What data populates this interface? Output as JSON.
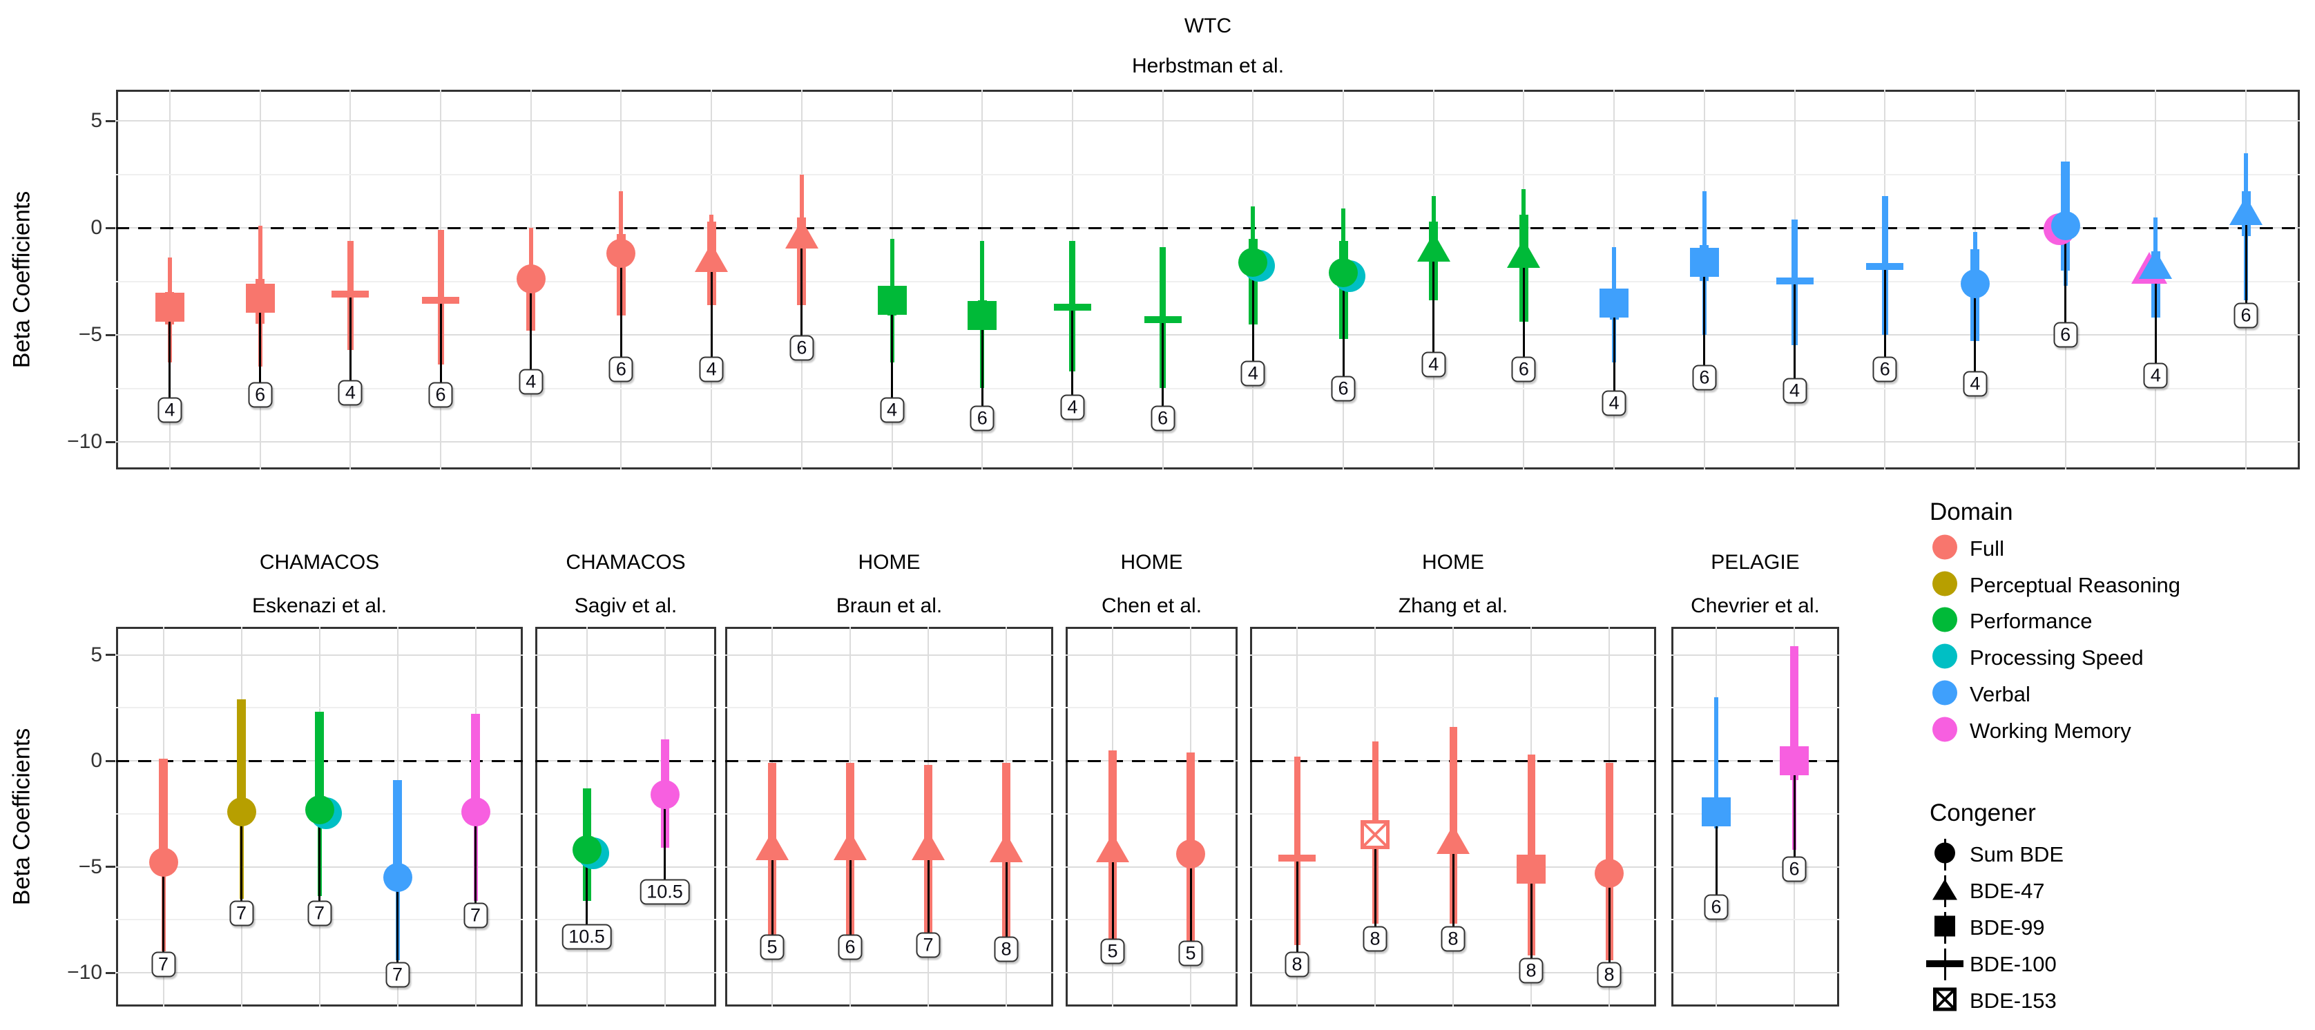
{
  "figure_title_row": {
    "cohort": "WTC",
    "study": "Herbstman et al."
  },
  "y_axis": {
    "title": "Beta Coefficients",
    "tick_labels": [
      "5",
      "0",
      "−5",
      "−10"
    ],
    "tick_values": [
      5,
      0,
      -5,
      -10
    ]
  },
  "legend": {
    "domain_title": "Domain",
    "domains": [
      {
        "label": "Full",
        "color": "#F8766D"
      },
      {
        "label": "Perceptual Reasoning",
        "color": "#B79F00"
      },
      {
        "label": "Performance",
        "color": "#00BA38"
      },
      {
        "label": "Processing Speed",
        "color": "#00BFC4"
      },
      {
        "label": "Verbal",
        "color": "#3FA0FC"
      },
      {
        "label": "Working Memory",
        "color": "#F75FE0"
      }
    ],
    "congener_title": "Congener",
    "congeners": [
      {
        "label": "Sum BDE",
        "shape": "circle"
      },
      {
        "label": "BDE-47",
        "shape": "triangle"
      },
      {
        "label": "BDE-99",
        "shape": "square"
      },
      {
        "label": "BDE-100",
        "shape": "plus"
      },
      {
        "label": "BDE-153",
        "shape": "squarex"
      }
    ]
  },
  "chart_data": {
    "type": "pointrange-forest",
    "ylabel": "Beta Coefficients",
    "yticks": [
      5,
      0,
      -5,
      -10
    ],
    "yminor": [
      2.5,
      -2.5,
      -7.5
    ],
    "ylim": [
      -11.5,
      6.4
    ],
    "zero_line": 0,
    "grid": true,
    "legend_position": "right",
    "domain_colors": {
      "Full": "#F8766D",
      "Perceptual Reasoning": "#B79F00",
      "Performance": "#00BA38",
      "Processing Speed": "#00BFC4",
      "Verbal": "#3FA0FC",
      "Working Memory": "#F75FE0"
    },
    "rows": [
      {
        "panels": [
          {
            "cohort": "WTC",
            "study": "Herbstman et al.",
            "points": [
              {
                "congener": "BDE-99",
                "domain": "Full",
                "age": "4",
                "est": -3.7,
                "ci": [
                  -6.3,
                  -1.4
                ],
                "thick": [
                  -4.5,
                  -3.0
                ],
                "label_y": -8.5
              },
              {
                "congener": "BDE-99",
                "domain": "Full",
                "age": "6",
                "est": -3.3,
                "ci": [
                  -6.5,
                  0.1
                ],
                "thick": [
                  -4.5,
                  -2.4
                ],
                "label_y": -7.8
              },
              {
                "congener": "BDE-100",
                "domain": "Full",
                "age": "4",
                "est": -3.0,
                "ci": [
                  -5.7,
                  -0.6
                ],
                "bw": 9,
                "label_y": -7.7
              },
              {
                "congener": "BDE-100",
                "domain": "Full",
                "age": "6",
                "est": -3.3,
                "ci": [
                  -6.4,
                  -0.1
                ],
                "bw": 9,
                "label_y": -7.8
              },
              {
                "congener": "Sum BDE",
                "domain": "Full",
                "age": "4",
                "est": -2.4,
                "ci": [
                  -4.8,
                  0.0
                ],
                "thick": [
                  -4.8,
                  -2.0
                ],
                "label_y": -7.2
              },
              {
                "congener": "Sum BDE",
                "domain": "Full",
                "age": "6",
                "est": -1.2,
                "ci": [
                  -4.1,
                  1.7
                ],
                "thick": [
                  -4.1,
                  -0.3
                ],
                "label_y": -6.6
              },
              {
                "congener": "BDE-47",
                "domain": "Full",
                "age": "4",
                "est": -1.4,
                "ci": [
                  -3.6,
                  0.6
                ],
                "thick": [
                  -3.6,
                  0.3
                ],
                "label_y": -6.6
              },
              {
                "congener": "BDE-47",
                "domain": "Full",
                "age": "6",
                "est": -0.3,
                "ci": [
                  -3.6,
                  2.5
                ],
                "thick": [
                  -3.6,
                  0.5
                ],
                "label_y": -5.6
              },
              {
                "congener": "BDE-99",
                "domain": "Performance",
                "age": "4",
                "est": -3.4,
                "ci": [
                  -6.3,
                  -0.5
                ],
                "thick": [
                  -4.1,
                  -2.7
                ],
                "label_y": -8.5
              },
              {
                "congener": "BDE-99",
                "domain": "Performance",
                "age": "6",
                "est": -4.1,
                "ci": [
                  -7.5,
                  -0.6
                ],
                "thick": [
                  -4.7,
                  -3.4
                ],
                "label_y": -8.9
              },
              {
                "congener": "BDE-100",
                "domain": "Performance",
                "age": "4",
                "est": -3.6,
                "ci": [
                  -6.7,
                  -0.6
                ],
                "bw": 9,
                "label_y": -8.4
              },
              {
                "congener": "BDE-100",
                "domain": "Performance",
                "age": "6",
                "est": -4.2,
                "ci": [
                  -7.5,
                  -0.9
                ],
                "bw": 9,
                "label_y": -8.9
              },
              {
                "congener": "Sum BDE",
                "domain": "Performance",
                "age": "4",
                "est": -1.6,
                "ci": [
                  -4.5,
                  1.0
                ],
                "thick": [
                  -4.5,
                  -0.5
                ],
                "label_y": -6.8,
                "halo": "ps"
              },
              {
                "congener": "Sum BDE",
                "domain": "Performance",
                "age": "6",
                "est": -2.1,
                "ci": [
                  -5.2,
                  0.9
                ],
                "thick": [
                  -5.2,
                  -0.6
                ],
                "label_y": -7.5,
                "halo": "ps"
              },
              {
                "congener": "BDE-47",
                "domain": "Performance",
                "age": "4",
                "est": -0.9,
                "ci": [
                  -3.4,
                  1.5
                ],
                "thick": [
                  -3.4,
                  0.3
                ],
                "label_y": -6.4
              },
              {
                "congener": "BDE-47",
                "domain": "Performance",
                "age": "6",
                "est": -1.2,
                "ci": [
                  -4.4,
                  1.8
                ],
                "thick": [
                  -4.4,
                  0.6
                ],
                "label_y": -6.6
              },
              {
                "congener": "BDE-99",
                "domain": "Verbal",
                "age": "4",
                "est": -3.5,
                "ci": [
                  -6.3,
                  -0.9
                ],
                "thick": [
                  -4.3,
                  -2.9
                ],
                "label_y": -8.2
              },
              {
                "congener": "BDE-99",
                "domain": "Verbal",
                "age": "6",
                "est": -1.6,
                "ci": [
                  -5.0,
                  1.7
                ],
                "thick": [
                  -2.5,
                  -0.8
                ],
                "label_y": -7.0
              },
              {
                "congener": "BDE-100",
                "domain": "Verbal",
                "age": "4",
                "est": -2.4,
                "ci": [
                  -5.5,
                  0.4
                ],
                "bw": 9,
                "label_y": -7.6
              },
              {
                "congener": "BDE-100",
                "domain": "Verbal",
                "age": "6",
                "est": -1.7,
                "ci": [
                  -5.0,
                  1.5
                ],
                "bw": 9,
                "label_y": -6.6
              },
              {
                "congener": "Sum BDE",
                "domain": "Verbal",
                "age": "4",
                "est": -2.6,
                "ci": [
                  -5.3,
                  -0.2
                ],
                "thick": [
                  -5.3,
                  -1.0
                ],
                "label_y": -7.3
              },
              {
                "congener": "Sum BDE",
                "domain": "Verbal",
                "age": "6",
                "est": 0.1,
                "ci": [
                  -2.7,
                  3.1
                ],
                "thick": [
                  -2.0,
                  3.1
                ],
                "label_y": -5.0,
                "halo": "wm"
              },
              {
                "congener": "BDE-47",
                "domain": "Verbal",
                "age": "4",
                "est": -1.7,
                "ci": [
                  -4.2,
                  0.5
                ],
                "thick": [
                  -4.2,
                  -1.1
                ],
                "label_y": -6.9,
                "halo": "wm"
              },
              {
                "congener": "BDE-47",
                "domain": "Verbal",
                "age": "6",
                "est": 0.8,
                "ci": [
                  -3.4,
                  3.5
                ],
                "thick": [
                  -0.4,
                  1.7
                ],
                "label_y": -4.1
              }
            ]
          }
        ]
      },
      {
        "panels": [
          {
            "cohort": "CHAMACOS",
            "study": "Eskenazi et al.",
            "points": [
              {
                "congener": "Sum BDE",
                "domain": "Full",
                "age": "7",
                "est": -4.8,
                "ci": [
                  -9.0,
                  0.1
                ],
                "thick": [
                  -5.2,
                  0.1
                ],
                "label_y": -9.6
              },
              {
                "congener": "Sum BDE",
                "domain": "Perceptual Reasoning",
                "age": "7",
                "est": -2.4,
                "ci": [
                  -6.5,
                  2.9
                ],
                "thick": [
                  -3.0,
                  2.9
                ],
                "label_y": -7.2
              },
              {
                "congener": "Sum BDE",
                "domain": "Performance",
                "age": "7",
                "est": -2.3,
                "ci": [
                  -6.4,
                  2.3
                ],
                "thick": [
                  -2.9,
                  2.3
                ],
                "label_y": -7.2,
                "halo": "ps"
              },
              {
                "congener": "Sum BDE",
                "domain": "Verbal",
                "age": "7",
                "est": -5.5,
                "ci": [
                  -9.4,
                  -0.9
                ],
                "thick": [
                  -6.0,
                  -0.9
                ],
                "label_y": -10.1
              },
              {
                "congener": "Sum BDE",
                "domain": "Working Memory",
                "age": "7",
                "est": -2.4,
                "ci": [
                  -6.6,
                  2.2
                ],
                "thick": [
                  -3.0,
                  2.2
                ],
                "label_y": -7.3
              }
            ]
          },
          {
            "cohort": "CHAMACOS",
            "study": "Sagiv et al.",
            "points": [
              {
                "congener": "Sum BDE",
                "domain": "Performance",
                "age": "10.5",
                "est": -4.2,
                "ci": [
                  -6.6,
                  -1.3
                ],
                "bw": 12,
                "label_y": -8.3,
                "halo": "ps"
              },
              {
                "congener": "Sum BDE",
                "domain": "Working Memory",
                "age": "10.5",
                "est": -1.6,
                "ci": [
                  -4.1,
                  1.0
                ],
                "bw": 12,
                "label_y": -6.2
              }
            ]
          },
          {
            "cohort": "HOME",
            "study": "Braun et al.",
            "points": [
              {
                "congener": "BDE-47",
                "domain": "Full",
                "age": "5",
                "est": -4.0,
                "ci": [
                  -8.4,
                  -0.1
                ],
                "bw": 12,
                "label_y": -8.8
              },
              {
                "congener": "BDE-47",
                "domain": "Full",
                "age": "6",
                "est": -4.0,
                "ci": [
                  -8.5,
                  -0.1
                ],
                "bw": 12,
                "label_y": -8.8
              },
              {
                "congener": "BDE-47",
                "domain": "Full",
                "age": "7",
                "est": -4.0,
                "ci": [
                  -8.2,
                  -0.2
                ],
                "bw": 12,
                "label_y": -8.7
              },
              {
                "congener": "BDE-47",
                "domain": "Full",
                "age": "8",
                "est": -4.1,
                "ci": [
                  -8.5,
                  -0.1
                ],
                "bw": 12,
                "label_y": -8.9
              }
            ]
          },
          {
            "cohort": "HOME",
            "study": "Chen et al.",
            "points": [
              {
                "congener": "BDE-47",
                "domain": "Full",
                "age": "5",
                "est": -4.1,
                "ci": [
                  -8.6,
                  0.5
                ],
                "bw": 12,
                "label_y": -9.0
              },
              {
                "congener": "Sum BDE",
                "domain": "Full",
                "age": "5",
                "est": -4.4,
                "ci": [
                  -8.7,
                  0.4
                ],
                "bw": 12,
                "label_y": -9.1
              }
            ]
          },
          {
            "cohort": "HOME",
            "study": "Zhang et al.",
            "points": [
              {
                "congener": "BDE-100",
                "domain": "Full",
                "age": "8",
                "est": -4.5,
                "ci": [
                  -8.7,
                  0.2
                ],
                "bw": 9,
                "label_y": -9.6
              },
              {
                "congener": "BDE-153",
                "domain": "Full",
                "age": "8",
                "est": -3.5,
                "ci": [
                  -7.7,
                  0.9
                ],
                "bw": 9,
                "label_y": -8.4
              },
              {
                "congener": "BDE-47",
                "domain": "Full",
                "age": "8",
                "est": -3.7,
                "ci": [
                  -7.7,
                  1.6
                ],
                "bw": 11,
                "label_y": -8.4
              },
              {
                "congener": "BDE-99",
                "domain": "Full",
                "age": "8",
                "est": -5.1,
                "ci": [
                  -9.2,
                  0.3
                ],
                "bw": 11,
                "label_y": -9.9
              },
              {
                "congener": "Sum BDE",
                "domain": "Full",
                "age": "8",
                "est": -5.3,
                "ci": [
                  -9.4,
                  -0.1
                ],
                "bw": 11,
                "label_y": -10.1
              }
            ]
          },
          {
            "cohort": "PELAGIE",
            "study": "Chevrier et al.",
            "points": [
              {
                "congener": "BDE-99",
                "domain": "Verbal",
                "age": "6",
                "est": -2.4,
                "ci": [
                  -3.2,
                  3.0
                ],
                "bw": 6,
                "label_y": -6.9
              },
              {
                "congener": "BDE-99",
                "domain": "Working Memory",
                "age": "6",
                "est": 0.0,
                "ci": [
                  -4.2,
                  5.4
                ],
                "thick": [
                  -0.9,
                  5.4
                ],
                "tw": 12,
                "label_y": -5.1
              }
            ]
          }
        ]
      }
    ]
  }
}
